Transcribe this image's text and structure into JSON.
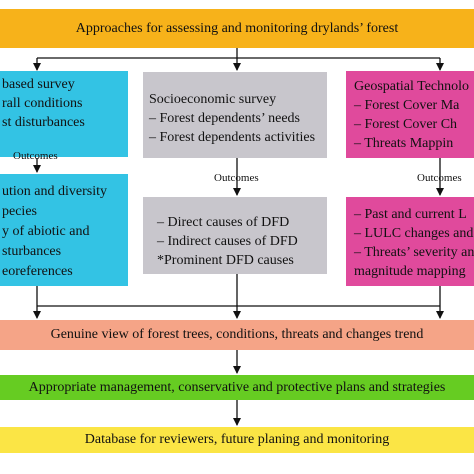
{
  "top": {
    "title": "Approaches for assessing and monitoring drylands’ forest"
  },
  "left": {
    "top_lines": [
      "based survey",
      "rall conditions",
      "st disturbances"
    ],
    "outcomes": "Outcomes",
    "bottom_lines": [
      "ution and diversity",
      "pecies",
      "y of abiotic and",
      "sturbances",
      "eoreferences"
    ]
  },
  "middle": {
    "top_lines": [
      "Socioeconomic survey",
      "– Forest dependents’ needs",
      "– Forest dependents activities"
    ],
    "outcomes": "Outcomes",
    "bottom_lines": [
      "– Direct causes of DFD",
      "– Indirect causes of DFD",
      "*Prominent DFD causes"
    ]
  },
  "right": {
    "top_lines": [
      "Geospatial Technolo",
      "– Forest Cover Ma",
      "– Forest Cover Ch",
      "– Threats Mappin"
    ],
    "outcomes": "Outcomes",
    "bottom_lines": [
      "– Past and current L",
      "– LULC changes and",
      "– Threats’ severity an",
      "magnitude mapping"
    ]
  },
  "band1": {
    "text": "Genuine view of forest trees, conditions, threats and changes trend"
  },
  "band2": {
    "text": "Appropriate management, conservative and protective plans and strategies"
  },
  "band3": {
    "text": "Database for reviewers, future planing and monitoring"
  },
  "colors": {
    "title_bar": "#f7b21a",
    "cyan": "#33c3e4",
    "grey": "#c8c6cc",
    "magenta": "#e04a9c",
    "salmon": "#f5a487",
    "green": "#66cc22",
    "yellow": "#fbe545"
  }
}
